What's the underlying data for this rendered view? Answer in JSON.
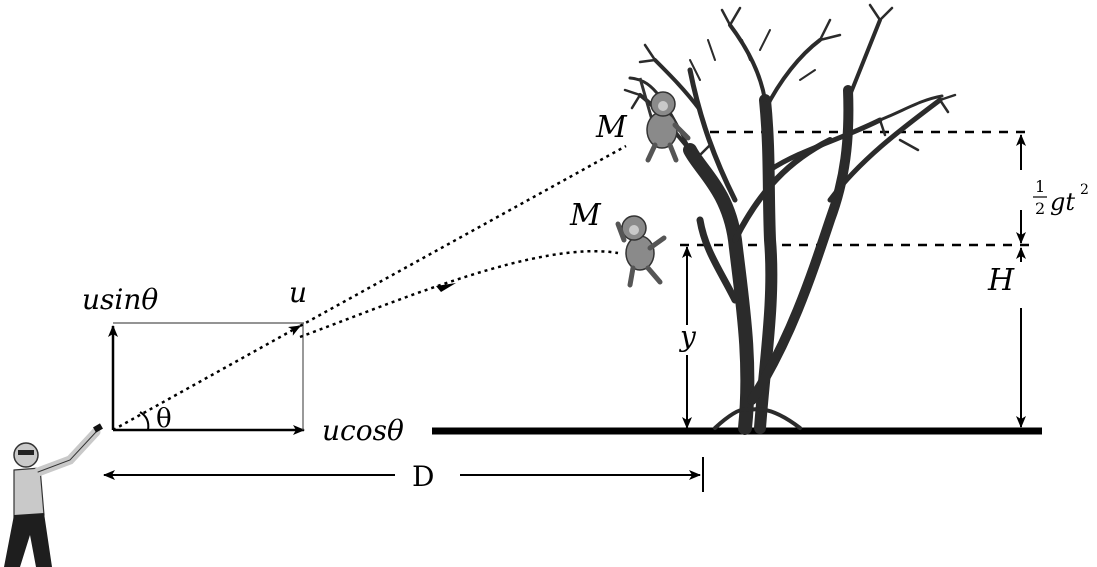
{
  "labels": {
    "u_sin": "usinθ",
    "u": "u",
    "theta": "θ",
    "u_cos": "ucosθ",
    "D": "D",
    "y": "y",
    "H": "H",
    "M_top": "M",
    "M_bottom": "M",
    "half_num": "1",
    "half_den": "2",
    "gt2": "gt",
    "sq": "2"
  },
  "colors": {
    "ink": "#000000",
    "tree": "#2b2b2b",
    "monkey": "#8a8a8a",
    "skin": "#c9c9c9"
  }
}
